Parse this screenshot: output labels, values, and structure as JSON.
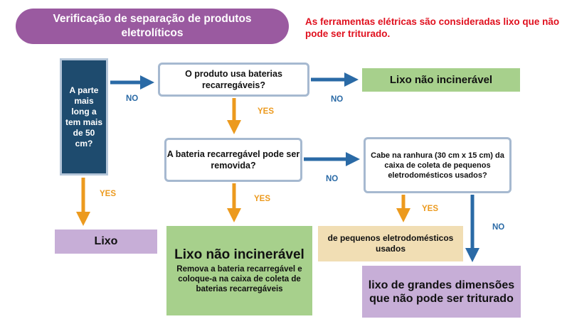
{
  "title": "Verificação de separação de produtos eletrolíticos",
  "warning": "As ferramentas elétricas são consideradas lixo que não pode ser triturado.",
  "questions": {
    "length": "A parte mais long a tem mais de 50 cm?",
    "rechargeable": "O produto usa baterias recarregáveis?",
    "removable": "A bateria recarregável pode ser removida?",
    "slot": "Cabe na ranhura (30 cm x 15 cm) da caixa de coleta de pequenos eletrodomésticos usados?"
  },
  "results": {
    "non_incinerable": "Lixo não incinerável",
    "lixo": "Lixo",
    "non_incinerable_big": "Lixo não incinerável",
    "remove_battery": "Remova a bateria recarregável e coloque-a na caixa de coleta de baterias recarregáveis",
    "small_appliances": "de pequenos eletrodomésticos usados",
    "large_waste": "lixo de grandes dimensões que não pode ser triturado"
  },
  "labels": {
    "no_1": "NO",
    "no_2": "NO",
    "no_3": "NO",
    "no_4": "NO",
    "yes_1": "YES",
    "yes_2": "YES",
    "yes_3": "YES",
    "yes_4": "YES"
  },
  "colors": {
    "no_arrow": "#2a6aa6",
    "yes_arrow": "#ec9a1e",
    "title_bg": "#9a5aa0",
    "warning_text": "#e0101e"
  }
}
